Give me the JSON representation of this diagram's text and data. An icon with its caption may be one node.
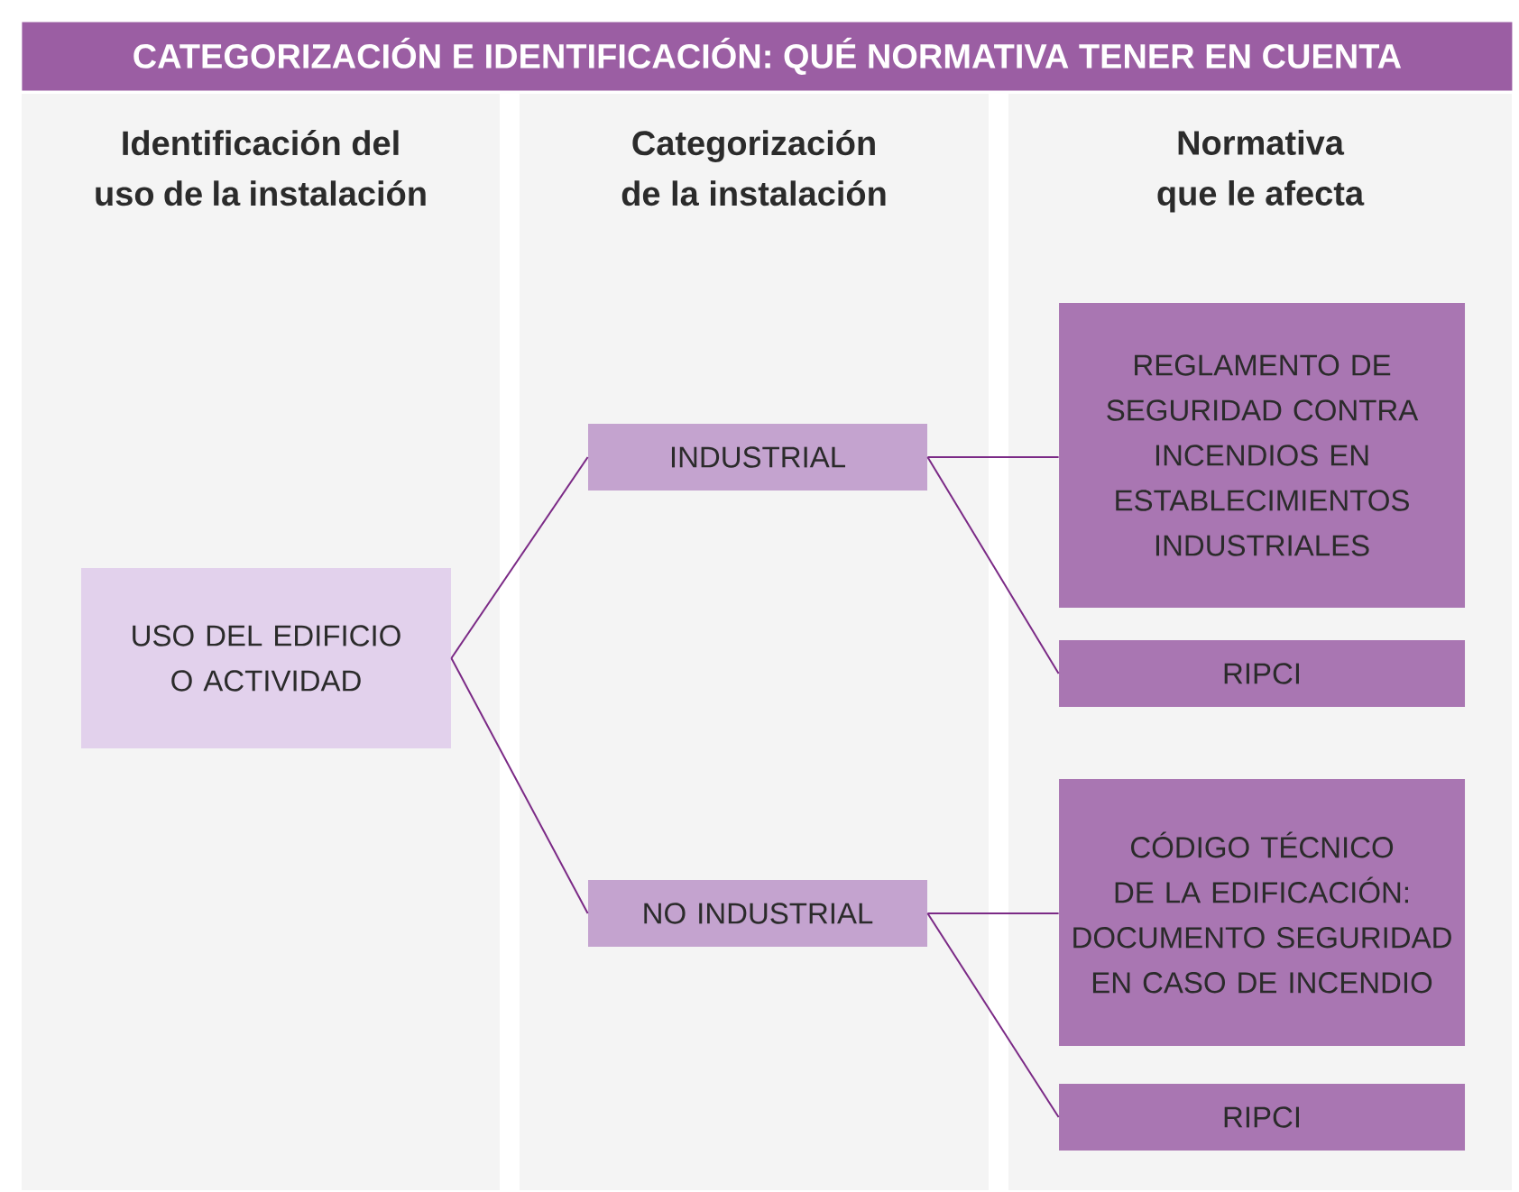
{
  "diagram": {
    "title": "CATEGORIZACIÓN E IDENTIFICACIÓN: QUÉ NORMATIVA TENER EN CUENTA",
    "nodes": [
      {
        "text": [
          "Identificación del uso de la instalación"
        ]
      },
      {
        "text": [
          "Categorización de la instalación"
        ]
      },
      {
        "text": [
          "Normativa que le afecta"
        ]
      },
      {
        "text": [
          "USO DEL EDIFICIO O ACTIVIDAD"
        ],
        "in": 0
      },
      {
        "text": [
          "INDUSTRIAL"
        ],
        "in": 1
      },
      {
        "text": [
          "NO INDUSTRIAL"
        ],
        "in": 1
      },
      {
        "text": [
          "REGLAMENTO DE SEGURIDAD CONTRA INCENDIOS EN ESTABLECIMIENTOS INDUSTRIALES"
        ],
        "in": 2
      },
      {
        "text": [
          "RIPCI"
        ],
        "in": 2
      },
      {
        "text": [
          "CÓDIGO TÉCNICO DE LA EDIFICACIÓN: DOCUMENTO SEGURIDAD EN CASO DE INCENDIO"
        ],
        "in": 2
      },
      {
        "text": [
          "RIPCI"
        ],
        "in": 2
      }
    ],
    "edges": [
      {
        "from": 3,
        "to": 4,
        "arrow": "none"
      },
      {
        "from": 3,
        "to": 5,
        "arrow": "none"
      },
      {
        "from": 4,
        "to": 6,
        "arrow": "none"
      },
      {
        "from": 4,
        "to": 7,
        "arrow": "none"
      },
      {
        "from": 5,
        "to": 8,
        "arrow": "none"
      },
      {
        "from": 5,
        "to": 9,
        "arrow": "none"
      }
    ]
  }
}
